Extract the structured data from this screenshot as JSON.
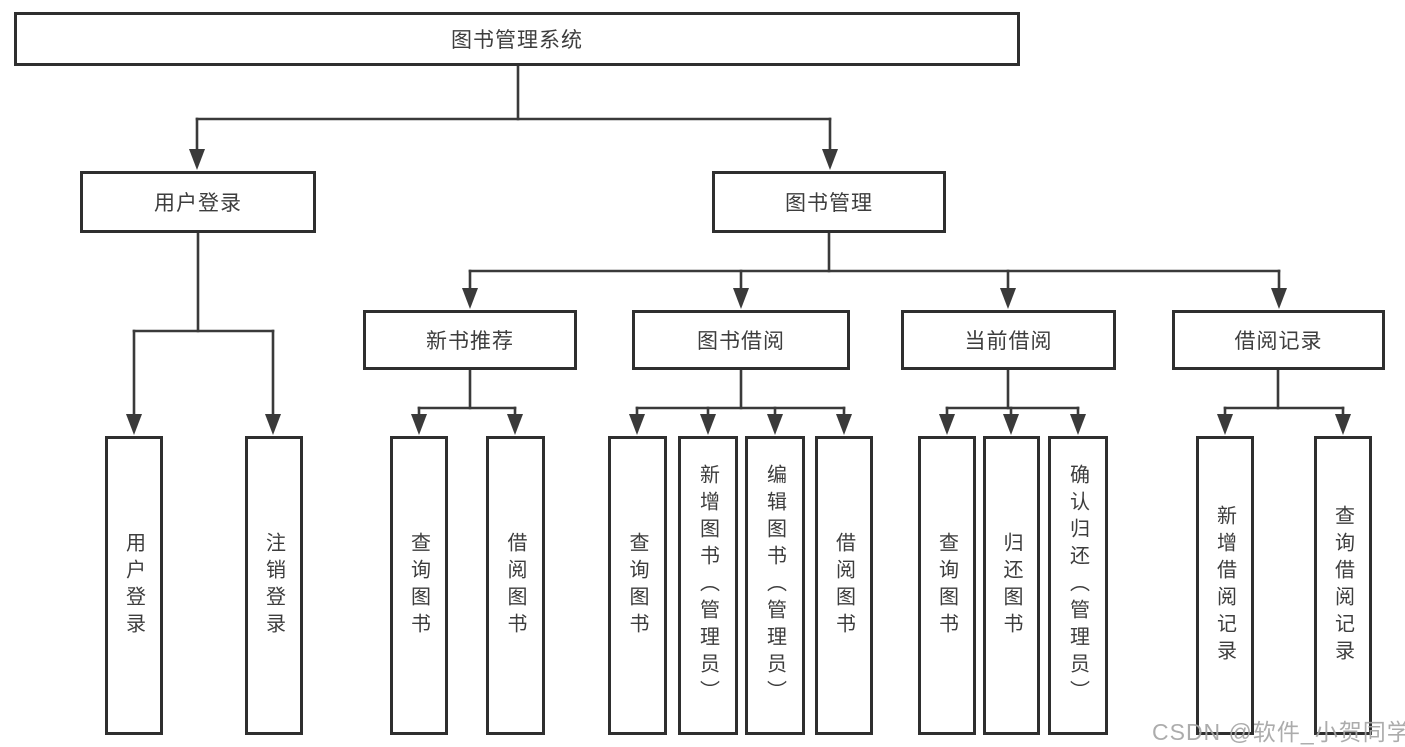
{
  "tree": {
    "label": "图书管理系统",
    "children": [
      {
        "label": "用户登录",
        "children": [
          {
            "label": "用户登录"
          },
          {
            "label": "注销登录"
          }
        ]
      },
      {
        "label": "图书管理",
        "children": [
          {
            "label": "新书推荐",
            "children": [
              {
                "label": "查询图书"
              },
              {
                "label": "借阅图书"
              }
            ]
          },
          {
            "label": "图书借阅",
            "children": [
              {
                "label": "查询图书"
              },
              {
                "label": "新增图书（管理员）"
              },
              {
                "label": "编辑图书（管理员）"
              },
              {
                "label": "借阅图书"
              }
            ]
          },
          {
            "label": "当前借阅",
            "children": [
              {
                "label": "查询图书"
              },
              {
                "label": "归还图书"
              },
              {
                "label": "确认归还（管理员）"
              }
            ]
          },
          {
            "label": "借阅记录",
            "children": [
              {
                "label": "新增借阅记录"
              },
              {
                "label": "查询借阅记录"
              }
            ]
          }
        ]
      }
    ]
  },
  "watermark": "CSDN @软件_小贺同学",
  "colors": {
    "line": "#3a3a3a",
    "border": "#2f2f2f",
    "text": "#3d3d3d",
    "watermark": "#a6a6a6",
    "background": "#ffffff"
  }
}
